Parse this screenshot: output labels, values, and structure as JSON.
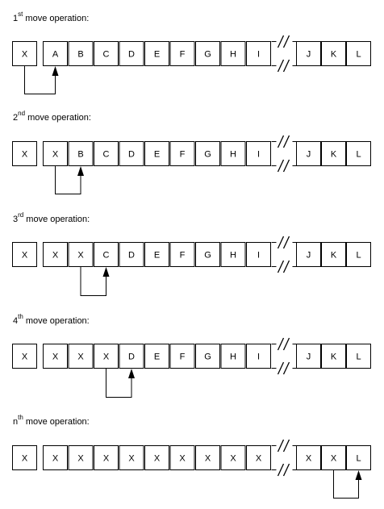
{
  "ops": [
    {
      "num": "1",
      "ord": "st",
      "suffix": " move operation:",
      "first": "X",
      "cells": [
        "A",
        "B",
        "C",
        "D",
        "E",
        "F",
        "G",
        "H",
        "I"
      ],
      "tail": [
        "J",
        "K",
        "L"
      ],
      "from": 0,
      "to": 1
    },
    {
      "num": "2",
      "ord": "nd",
      "suffix": " move operation:",
      "first": "X",
      "cells": [
        "X",
        "B",
        "C",
        "D",
        "E",
        "F",
        "G",
        "H",
        "I"
      ],
      "tail": [
        "J",
        "K",
        "L"
      ],
      "from": 1,
      "to": 2
    },
    {
      "num": "3",
      "ord": "rd",
      "suffix": " move operation:",
      "first": "X",
      "cells": [
        "X",
        "X",
        "C",
        "D",
        "E",
        "F",
        "G",
        "H",
        "I"
      ],
      "tail": [
        "J",
        "K",
        "L"
      ],
      "from": 2,
      "to": 3
    },
    {
      "num": "4",
      "ord": "th",
      "suffix": " move operation:",
      "first": "X",
      "cells": [
        "X",
        "X",
        "X",
        "D",
        "E",
        "F",
        "G",
        "H",
        "I"
      ],
      "tail": [
        "J",
        "K",
        "L"
      ],
      "from": 3,
      "to": 4
    },
    {
      "num": "n",
      "ord": "th",
      "suffix": " move operation:",
      "first": "X",
      "cells": [
        "X",
        "X",
        "X",
        "X",
        "X",
        "X",
        "X",
        "X",
        "X"
      ],
      "tail": [
        "X",
        "X",
        "L"
      ],
      "from": 11,
      "to": 12
    }
  ]
}
